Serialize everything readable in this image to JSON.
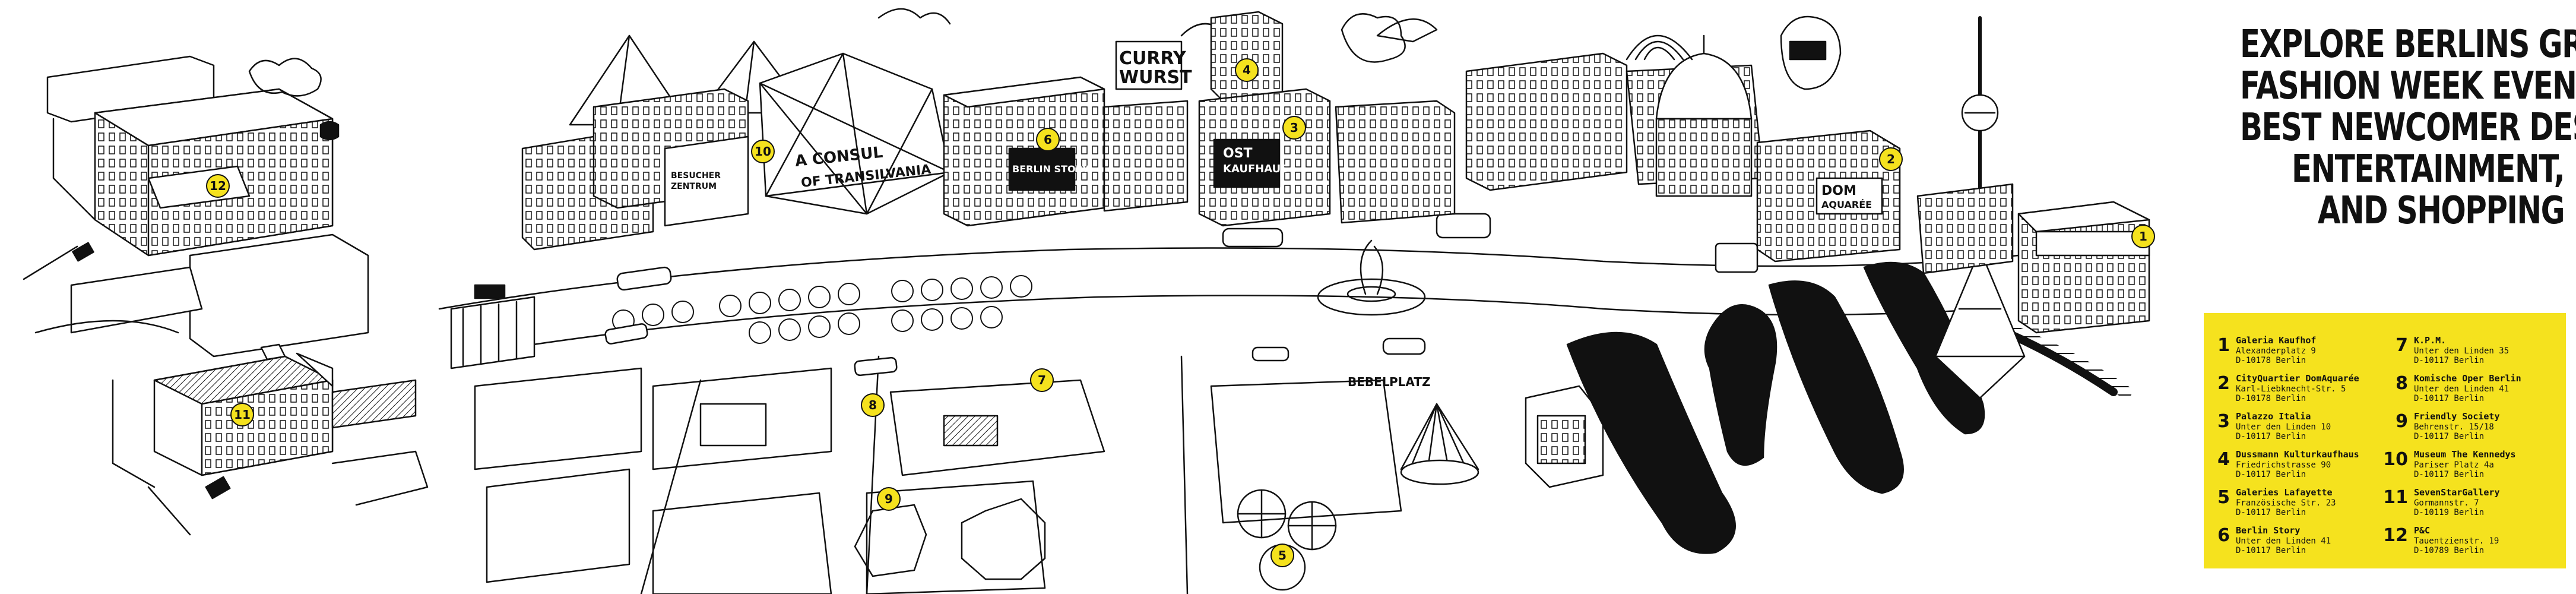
{
  "headline": [
    "EXPLORE BERLINS GREATEST",
    "FASHION WEEK EVENTS,",
    "BEST NEWCOMER DESIGNER,",
    "ENTERTAINMENT,",
    "AND SHOPPING"
  ],
  "signs": {
    "curry": "CURRY",
    "wurst": "WURST",
    "consul": "A CONSUL",
    "transilvania": "OF TRANSILVANIA",
    "berlin_story": "BERLIN STORY",
    "ost": "OST",
    "kaufhaus": "KAUFHAUS",
    "besucher": "BESUCHER",
    "zentrum": "ZENTRUM",
    "dom": "DOM",
    "aquaree": "AQUARÉE",
    "bebel": "BEBEL",
    "platz": "PLATZ"
  },
  "markers": [
    "1",
    "2",
    "3",
    "4",
    "5",
    "6",
    "7",
    "8",
    "9",
    "10",
    "11",
    "12"
  ],
  "legend": [
    {
      "num": "1",
      "name": "Galeria Kaufhof",
      "addr1": "Alexanderplatz 9",
      "addr2": "D-10178 Berlin"
    },
    {
      "num": "2",
      "name": "CityQuartier DomAquarée",
      "addr1": "Karl-Liebknecht-Str. 5",
      "addr2": "D-10178 Berlin"
    },
    {
      "num": "3",
      "name": "Palazzo Italia",
      "addr1": "Unter den Linden 10",
      "addr2": "D-10117 Berlin"
    },
    {
      "num": "4",
      "name": "Dussmann Kulturkaufhaus",
      "addr1": "Friedrichstrasse 90",
      "addr2": "D-10117 Berlin"
    },
    {
      "num": "5",
      "name": "Galeries Lafayette",
      "addr1": "Französische Str. 23",
      "addr2": "D-10117 Berlin"
    },
    {
      "num": "6",
      "name": "Berlin Story",
      "addr1": "Unter den Linden 41",
      "addr2": "D-10117 Berlin"
    },
    {
      "num": "7",
      "name": "K.P.M.",
      "addr1": "Unter den Linden 35",
      "addr2": "D-10117 Berlin"
    },
    {
      "num": "8",
      "name": "Komische Oper Berlin",
      "addr1": "Unter den Linden 41",
      "addr2": "D-10117 Berlin"
    },
    {
      "num": "9",
      "name": "Friendly Society",
      "addr1": "Behrenstr. 15/18",
      "addr2": "D-10117 Berlin"
    },
    {
      "num": "10",
      "name": "Museum The Kennedys",
      "addr1": "Pariser Platz 4a",
      "addr2": "D-10117 Berlin"
    },
    {
      "num": "11",
      "name": "SevenStarGallery",
      "addr1": "Gormannstr. 7",
      "addr2": "D-10119 Berlin"
    },
    {
      "num": "12",
      "name": "P&C",
      "addr1": "Tauentzienstr. 19",
      "addr2": "D-10789 Berlin"
    }
  ],
  "colors": {
    "accent": "#f5e21e",
    "ink": "#111111",
    "paper": "#ffffff"
  }
}
